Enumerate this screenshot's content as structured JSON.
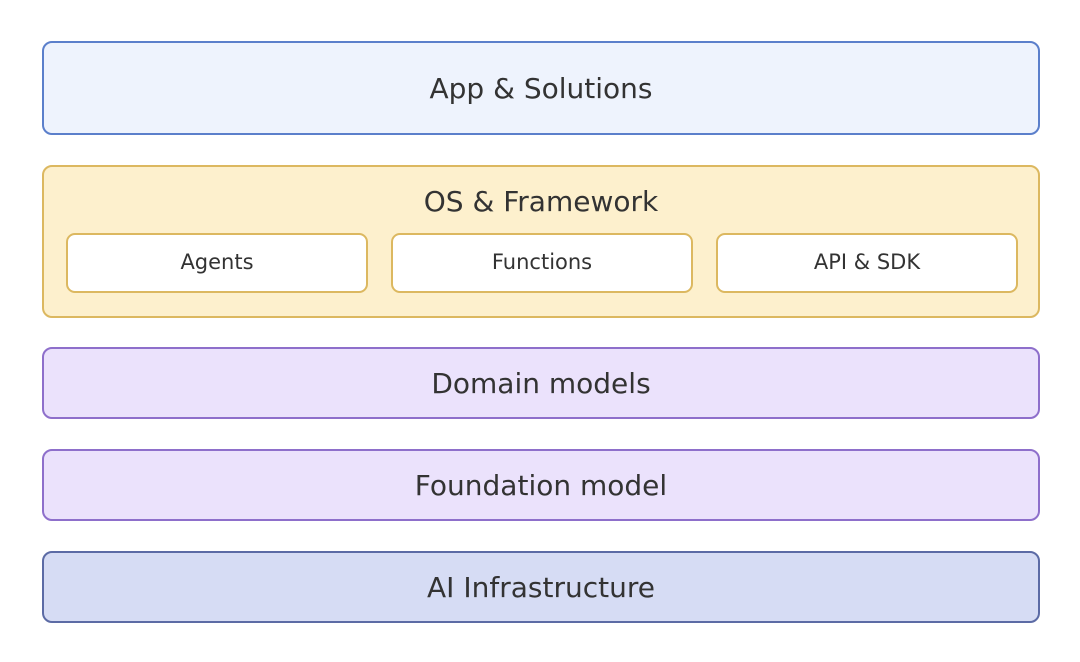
{
  "layers": {
    "app": {
      "label": "App & Solutions"
    },
    "os": {
      "label": "OS & Framework",
      "components": [
        {
          "label": "Agents"
        },
        {
          "label": "Functions"
        },
        {
          "label": "API & SDK"
        }
      ]
    },
    "domain": {
      "label": "Domain models"
    },
    "foundation": {
      "label": "Foundation model"
    },
    "infra": {
      "label": "AI Infrastructure"
    }
  },
  "colors": {
    "app_fill": "#eef3fd",
    "app_border": "#5b7fcb",
    "os_fill": "#fdf0cd",
    "os_border": "#dcb860",
    "model_fill": "#ebe2fc",
    "model_border": "#8e6fcb",
    "infra_fill": "#d6dcf4",
    "infra_border": "#5c6ba5",
    "text": "#333333"
  }
}
